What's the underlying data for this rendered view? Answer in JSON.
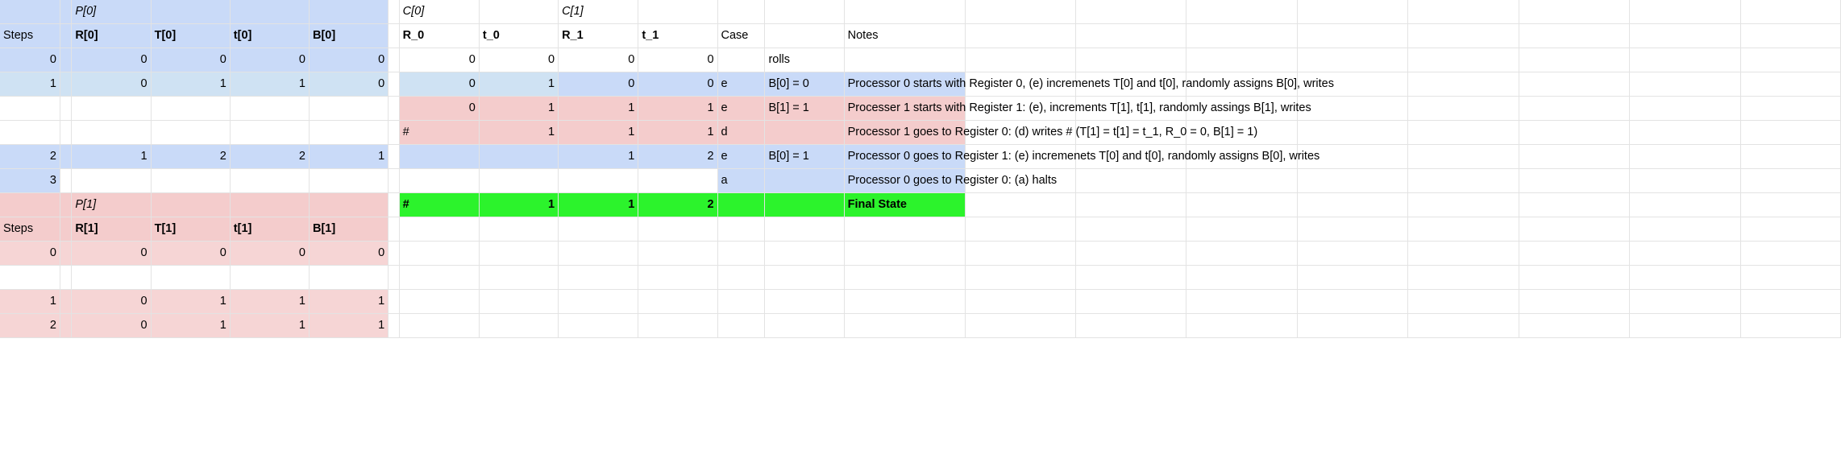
{
  "sheet": {
    "title": "Two-processor register trace",
    "colors": {
      "p0_fill": "#c9daf8",
      "p0_fill_light": "#cfe2f3",
      "p1_fill": "#f4cccc",
      "p1_fill_light": "#f6d5d5",
      "final_fill": "#2cf32c",
      "gridline": "#e3e3e3"
    }
  },
  "group_headers": {
    "p0": "P[0]",
    "p1": "P[1]",
    "c0": "C[0]",
    "c1": "C[1]"
  },
  "headers": {
    "steps": "Steps",
    "p0": [
      "R[0]",
      "T[0]",
      "t[0]",
      "B[0]"
    ],
    "p1": [
      "R[1]",
      "T[1]",
      "t[1]",
      "B[1]"
    ],
    "shared": [
      "R_0",
      "t_0",
      "R_1",
      "t_1"
    ],
    "case": "Case",
    "notes": "Notes"
  },
  "rows": [
    {
      "id": "row-groups-top",
      "steps": "",
      "pcols": [
        "",
        "",
        "",
        ""
      ],
      "shared": [
        "",
        "",
        "",
        ""
      ],
      "case": "",
      "assign": "",
      "note": ""
    },
    {
      "id": "row-headers-top",
      "steps": "Steps",
      "pcols": [
        "R[0]",
        "T[0]",
        "t[0]",
        "B[0]"
      ],
      "shared": [
        "R_0",
        "t_0",
        "R_1",
        "t_1"
      ],
      "case": "Case",
      "assign": "",
      "note": "Notes"
    },
    {
      "id": "row-step-0",
      "steps": "0",
      "pcols": [
        "0",
        "0",
        "0",
        "0"
      ],
      "shared": [
        "0",
        "0",
        "0",
        "0"
      ],
      "case": "",
      "assign": "rolls",
      "note": ""
    },
    {
      "id": "row-step-1",
      "steps": "1",
      "pcols": [
        "0",
        "1",
        "1",
        "0"
      ],
      "shared": [
        "0",
        "1",
        "0",
        "0"
      ],
      "case": "e",
      "assign": "B[0] = 0",
      "note": "Processor 0 starts with Register 0, (e) incremenets T[0] and t[0], randomly assigns B[0], writes"
    },
    {
      "id": "row-p1-start",
      "steps": "",
      "pcols": [
        "",
        "",
        "",
        ""
      ],
      "shared": [
        "0",
        "1",
        "1",
        "1"
      ],
      "case": "e",
      "assign": "B[1] = 1",
      "note": "Processer 1 starts with Register 1: (e), increments T[1], t[1], randomly assings B[1], writes"
    },
    {
      "id": "row-p1-write-hash",
      "steps": "",
      "pcols": [
        "",
        "",
        "",
        ""
      ],
      "shared": [
        "#",
        "1",
        "1",
        "1"
      ],
      "case": "d",
      "assign": "",
      "note": "Processor 1 goes to Register 0: (d) writes # (T[1] = t[1] = t_1, R_0 = 0, B[1] = 1)"
    },
    {
      "id": "row-step-2",
      "steps": "2",
      "pcols": [
        "1",
        "2",
        "2",
        "1"
      ],
      "shared": [
        "",
        "",
        "1",
        "2"
      ],
      "case": "e",
      "assign": "B[0] = 1",
      "note": "Processor 0 goes to Register 1: (e) incremenets T[0] and t[0], randomly assigns B[0], writes"
    },
    {
      "id": "row-step-3",
      "steps": "3",
      "pcols": [
        "",
        "",
        "",
        ""
      ],
      "shared": [
        "",
        "",
        "",
        ""
      ],
      "case": "a",
      "assign": "",
      "note": "Processor 0 goes to Register 0: (a) halts"
    },
    {
      "id": "row-p1-group-final",
      "steps": "",
      "pcols": [
        "P[1]",
        "",
        "",
        ""
      ],
      "shared": [
        "#",
        "1",
        "1",
        "2"
      ],
      "case": "",
      "assign": "",
      "note": "Final State"
    },
    {
      "id": "row-headers-bottom",
      "steps": "Steps",
      "pcols": [
        "R[1]",
        "T[1]",
        "t[1]",
        "B[1]"
      ],
      "shared": [
        "",
        "",
        "",
        ""
      ],
      "case": "",
      "assign": "",
      "note": ""
    },
    {
      "id": "row-p1-step-0",
      "steps": "0",
      "pcols": [
        "0",
        "0",
        "0",
        "0"
      ],
      "shared": [
        "",
        "",
        "",
        ""
      ],
      "case": "",
      "assign": "",
      "note": ""
    },
    {
      "id": "row-blank",
      "steps": "",
      "pcols": [
        "",
        "",
        "",
        ""
      ],
      "shared": [
        "",
        "",
        "",
        ""
      ],
      "case": "",
      "assign": "",
      "note": ""
    },
    {
      "id": "row-p1-step-1",
      "steps": "1",
      "pcols": [
        "0",
        "1",
        "1",
        "1"
      ],
      "shared": [
        "",
        "",
        "",
        ""
      ],
      "case": "",
      "assign": "",
      "note": ""
    },
    {
      "id": "row-p1-step-2",
      "steps": "2",
      "pcols": [
        "0",
        "1",
        "1",
        "1"
      ],
      "shared": [
        "",
        "",
        "",
        ""
      ],
      "case": "",
      "assign": "",
      "note": ""
    }
  ]
}
